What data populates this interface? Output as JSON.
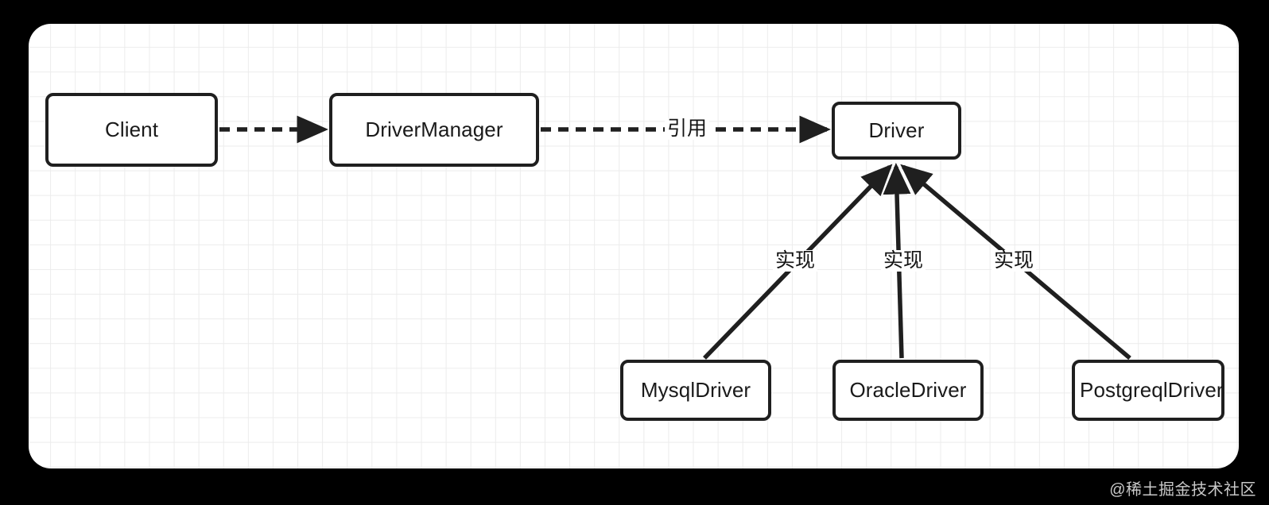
{
  "page": {
    "background_color": "#000000",
    "canvas_color": "#ffffff",
    "grid_color": "#ececec",
    "stroke_color": "#1f1f1f",
    "text_color": "#1a1a1a"
  },
  "diagram": {
    "type": "uml-class-diagram",
    "nodes": [
      {
        "id": "client",
        "label": "Client"
      },
      {
        "id": "drivermanager",
        "label": "DriverManager"
      },
      {
        "id": "driver",
        "label": "Driver"
      },
      {
        "id": "mysqldriver",
        "label": "MysqlDriver"
      },
      {
        "id": "oracledriver",
        "label": "OracleDriver"
      },
      {
        "id": "postgreqldriver",
        "label": "PostgreqlDriver"
      }
    ],
    "edges": [
      {
        "id": "client-to-drivermanager",
        "from": "client",
        "to": "drivermanager",
        "style": "dashed",
        "arrow": "filled",
        "label": ""
      },
      {
        "id": "drivermanager-to-driver",
        "from": "drivermanager",
        "to": "driver",
        "style": "dashed",
        "arrow": "filled",
        "label": "引用"
      },
      {
        "id": "mysqldriver-to-driver",
        "from": "mysqldriver",
        "to": "driver",
        "style": "solid",
        "arrow": "filled",
        "label": "实现"
      },
      {
        "id": "oracledriver-to-driver",
        "from": "oracledriver",
        "to": "driver",
        "style": "solid",
        "arrow": "filled",
        "label": "实现"
      },
      {
        "id": "postgreqldriver-to-driver",
        "from": "postgreqldriver",
        "to": "driver",
        "style": "solid",
        "arrow": "filled",
        "label": "实现"
      }
    ]
  },
  "watermark": {
    "text": "@稀土掘金技术社区"
  }
}
